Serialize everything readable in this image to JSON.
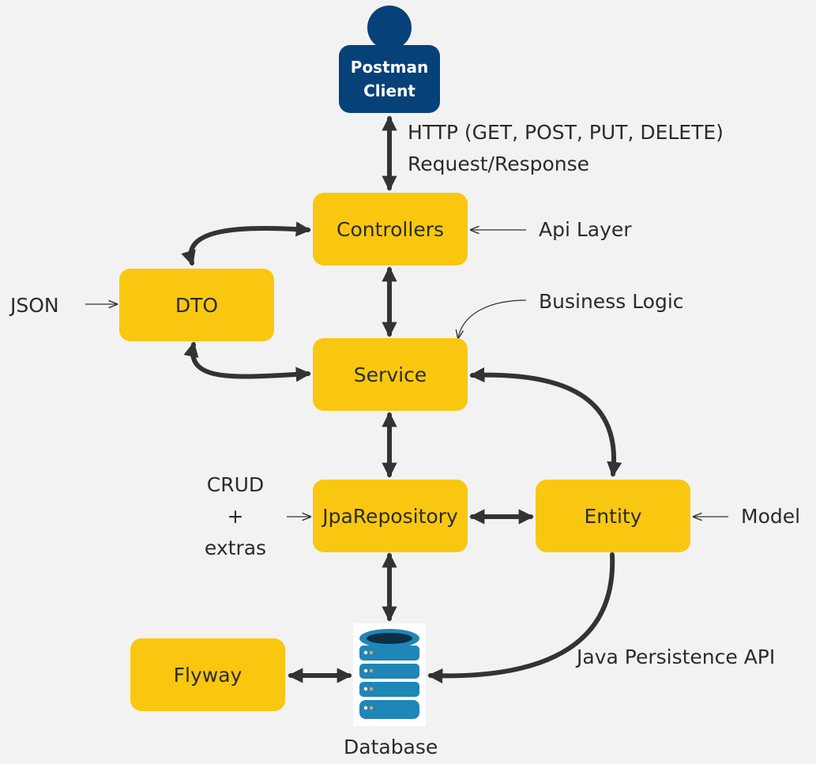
{
  "client": {
    "line1": "Postman",
    "line2": "Client"
  },
  "nodes": {
    "controllers": "Controllers",
    "dto": "DTO",
    "service": "Service",
    "jparepository": "JpaRepository",
    "entity": "Entity",
    "flyway": "Flyway",
    "database": "Database"
  },
  "labels": {
    "http_line1": "HTTP (GET, POST, PUT, DELETE)",
    "http_line2": "Request/Response",
    "api_layer": "Api Layer",
    "json": "JSON",
    "business_logic": "Business Logic",
    "crud_line1": "CRUD",
    "crud_line2": "+",
    "crud_line3": "extras",
    "model": "Model",
    "jpa": "Java Persistence API"
  },
  "colors": {
    "box": "#f9c710",
    "client": "#06417a",
    "arrow": "#333333",
    "database": "#1f86b8",
    "background": "#f2f2f2"
  }
}
